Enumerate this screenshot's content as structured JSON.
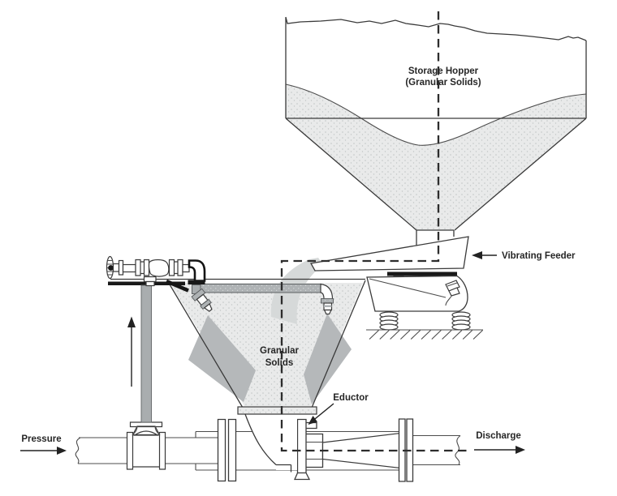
{
  "diagram": {
    "type": "process-equipment-schematic",
    "labels": {
      "storage_hopper": "Storage Hopper",
      "storage_hopper_sub": "(Granular Solids)",
      "vibrating_feeder": "Vibrating Feeder",
      "granular": "Granular",
      "solids": "Solids",
      "eductor": "Eductor",
      "pressure": "Pressure",
      "discharge": "Discharge"
    },
    "components": [
      "storage-hopper",
      "vibrating-feeder",
      "granular-solids-hopper",
      "spray-header",
      "hand-valve",
      "riser-pipe",
      "tee-fitting",
      "eductor",
      "pressure-line",
      "discharge-line",
      "flow-centerline"
    ],
    "colors": {
      "line": "#3a3a3a",
      "material_fill": "#e9eaea",
      "material_dot": "#c2c6c6",
      "header_gray": "#aeb2b4",
      "header_dot": "#d6d9d9",
      "pipe_gray": "#a9adaf",
      "spray_gray": "#b5b8ba",
      "stream_gray": "#d6d9d9",
      "accent_black": "#191919",
      "text": "#262626",
      "background": "#ffffff"
    }
  }
}
